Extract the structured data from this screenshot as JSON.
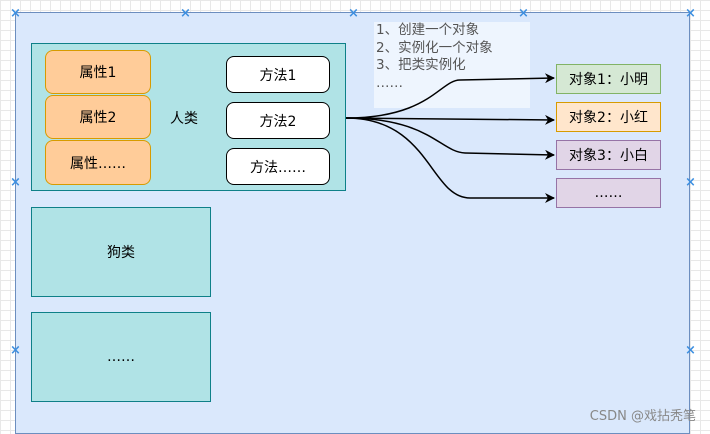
{
  "person_class": {
    "label": "人类",
    "attributes": [
      "属性1",
      "属性2",
      "属性……"
    ],
    "methods": [
      "方法1",
      "方法2",
      "方法……"
    ]
  },
  "dog_class": {
    "label": "狗类"
  },
  "other_class": {
    "label": "……"
  },
  "notes": [
    "1、创建一个对象",
    "2、实例化一个对象",
    "3、把类实例化",
    "……"
  ],
  "objects": [
    "对象1：小明",
    "对象2：小红",
    "对象3：小白",
    "……"
  ],
  "watermark": "CSDN @戏拈秃笔",
  "colors": {
    "canvas": "#dae8fc",
    "class_fill": "#b0e3e6",
    "attribute_fill": "#ffcc99",
    "object_green": "#d5e8d4",
    "object_orange": "#ffe6cc",
    "object_purple": "#e1d5e7"
  }
}
